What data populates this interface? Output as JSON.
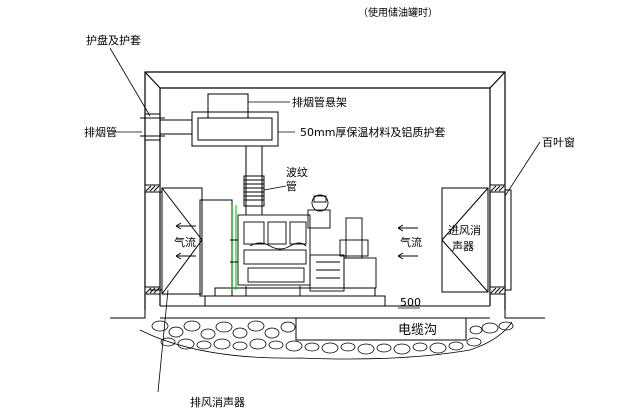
{
  "labels": {
    "top_note": "（使用储油罐时）",
    "plate_and_sleeve": "护盘及护套",
    "exhaust_pipe": "排烟管",
    "pipe_hanger": "排烟管悬架",
    "insulation": "50mm厚保温材料及铝质护套",
    "louver": "百叶窗",
    "bellows_line1": "波纹",
    "bellows_line2": "管",
    "airflow_left": "气流",
    "airflow_right": "气流",
    "intake_silencer_line1": "进风消",
    "intake_silencer_line2": "声器",
    "dimension_500": "500",
    "cable_trench": "电缆沟",
    "exhaust_silencer": "排风消声器"
  }
}
